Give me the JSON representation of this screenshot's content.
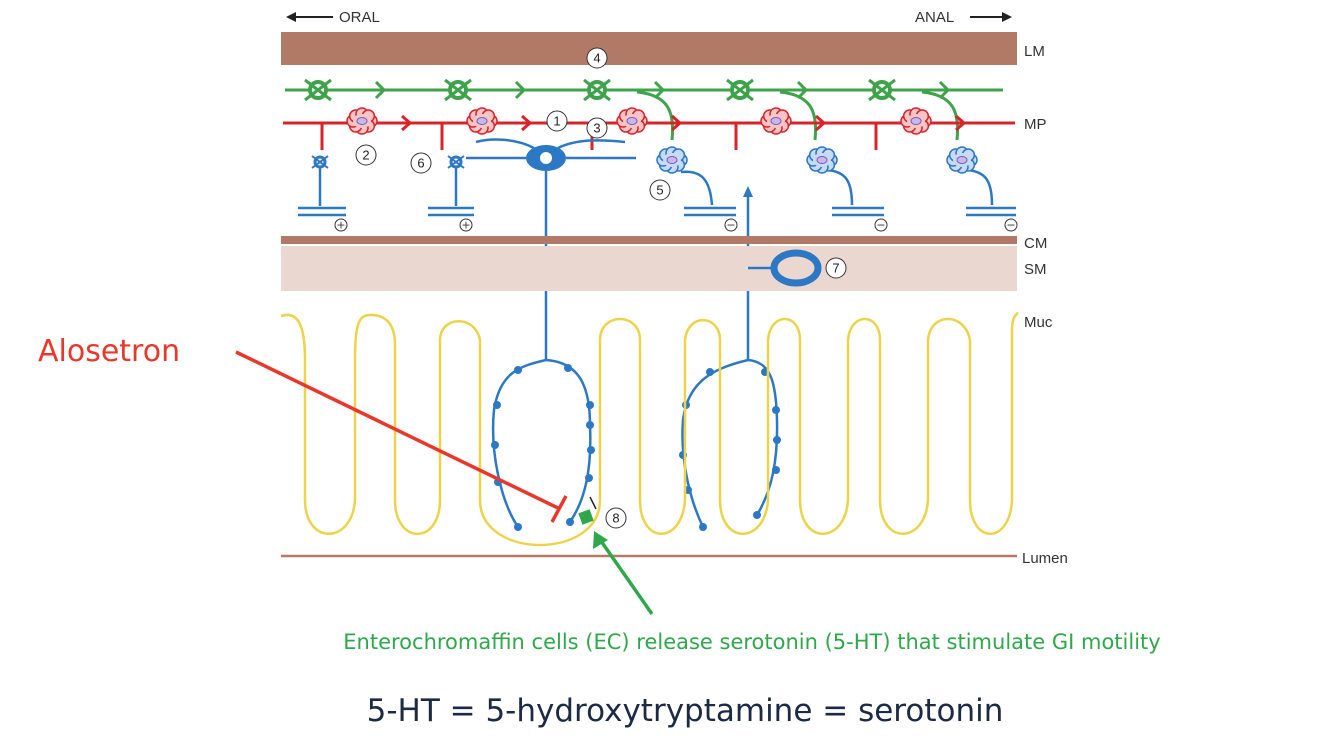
{
  "direction": {
    "oral": "ORAL",
    "anal": "ANAL"
  },
  "layers": {
    "lm": "LM",
    "mp": "MP",
    "cm": "CM",
    "sm": "SM",
    "muc": "Muc",
    "lumen": "Lumen"
  },
  "markers": [
    "1",
    "2",
    "3",
    "4",
    "5",
    "6",
    "7",
    "8"
  ],
  "signs": {
    "plus": "+",
    "minus": "−"
  },
  "drug_label": "Alosetron",
  "ec_note": "Enterochromaffin cells (EC) release serotonin (5-HT) that stimulate GI motility",
  "equation": "5-HT = 5-hydroxytryptamine = serotonin",
  "colors": {
    "muscle": "#b07a66",
    "submucosa": "#ead8d0",
    "interneuron": "#3ea34a",
    "motor": "#d9232a",
    "sensory": "#2c78c4",
    "mucosa": "#ecd34a",
    "drug": "#e8382c",
    "note": "#2ea84a",
    "equation": "#1c2a44"
  }
}
